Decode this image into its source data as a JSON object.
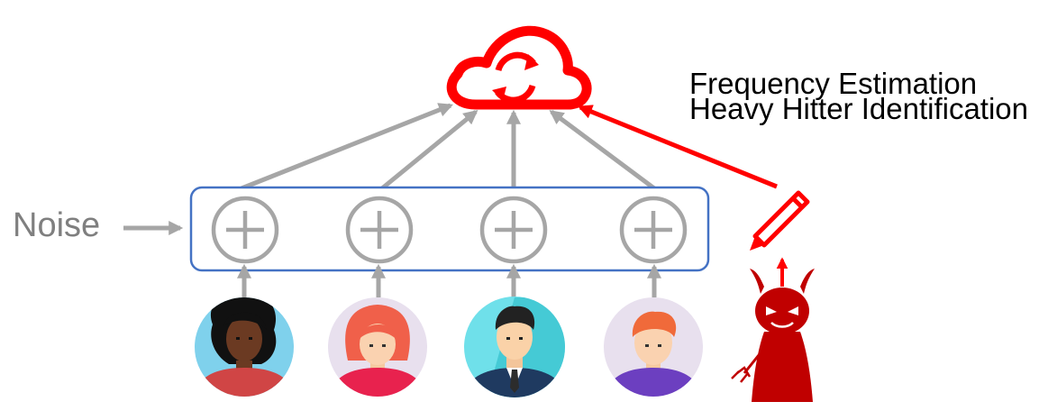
{
  "texts": {
    "frequency_estimation": "Frequency Estimation",
    "heavy_hitter_identification": "Heavy Hitter Identification",
    "noise": "Noise"
  },
  "colors": {
    "arrow_gray": "#a6a6a6",
    "attack_red": "#ff0000",
    "box_blue": "#4472c4",
    "devil_red": "#c00000",
    "noise_text_gray": "#7f7f7f"
  },
  "icons": {
    "server": "cloud-sync-icon",
    "perturbation": "circled-plus-icon",
    "attacker_tool": "pencil-icon",
    "attacker": "devil-icon",
    "users": [
      "woman-avatar-icon",
      "girl-avatar-icon",
      "businessman-avatar-icon",
      "boy-avatar-icon"
    ]
  }
}
